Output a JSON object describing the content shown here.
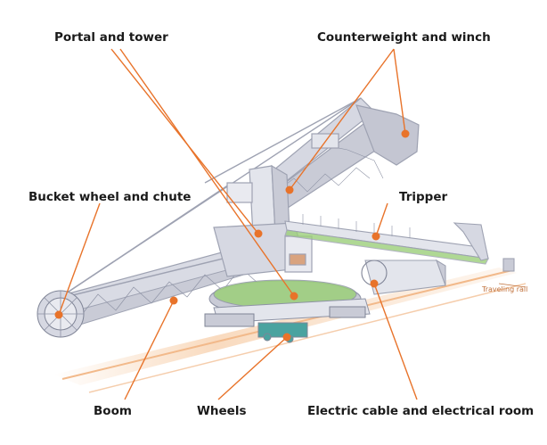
{
  "labels": {
    "portal_tower": "Portal and tower",
    "counterweight_winch": "Counterweight and winch",
    "bucket_wheel_chute": "Bucket wheel and chute",
    "tripper": "Tripper",
    "boom": "Boom",
    "wheels": "Wheels",
    "electric_room": "Electric cable and electrical room",
    "traveling_rail": "Traveling rail"
  },
  "colors": {
    "callout": "#e8732a",
    "steel": "#c9cbd6",
    "steel_dark": "#9ea2b2",
    "walkway_green": "#9ccf7a",
    "cab_teal": "#4aa3a0",
    "rail_glow": "#f6c9a0"
  }
}
